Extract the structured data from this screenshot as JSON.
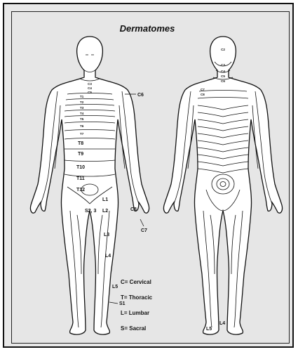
{
  "title": "Dermatomes",
  "front_labels": {
    "c2_3": "C3",
    "c4": "C4",
    "c5": "C5",
    "c6": "C6",
    "c7": "C7",
    "c8": "C8",
    "t1": "T1",
    "t2": "T2",
    "t3": "T3",
    "t4": "T4",
    "t5": "T5",
    "t6": "T6",
    "t7": "T7",
    "t8": "T8",
    "t9": "T9",
    "t10": "T10",
    "t11": "T11",
    "t12": "T12",
    "l1": "L1",
    "l2": "L2",
    "l3": "L3",
    "l4": "L4",
    "l5": "L5",
    "s1": "S1",
    "s2_3": "S2, 3"
  },
  "back_labels": {
    "c2": "C2",
    "c3": "C3",
    "c4": "C4",
    "c5": "C5",
    "c6": "C6",
    "c7": "C7",
    "c8": "C8",
    "l4": "L4",
    "l5": "L5"
  },
  "legend": [
    "C= Cervical",
    "T= Thoracic",
    "L= Lumbar",
    "S= Sacral"
  ]
}
